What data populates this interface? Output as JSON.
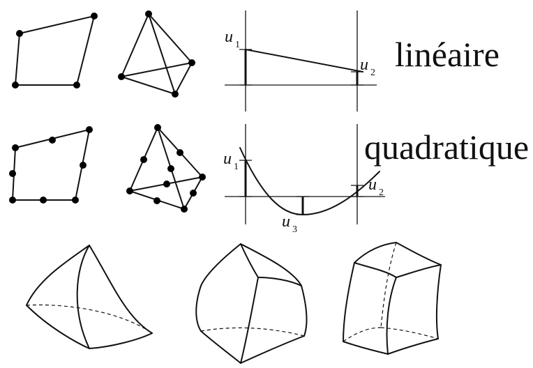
{
  "labels": {
    "linear": "linéaire",
    "quadratic": "quadratique"
  },
  "variables": {
    "u1_linear": {
      "base": "u",
      "sub": "1"
    },
    "u2_linear": {
      "base": "u",
      "sub": "2"
    },
    "u1_quad": {
      "base": "u",
      "sub": "1"
    },
    "u2_quad": {
      "base": "u",
      "sub": "2"
    },
    "u3_quad": {
      "base": "u",
      "sub": "3"
    }
  }
}
